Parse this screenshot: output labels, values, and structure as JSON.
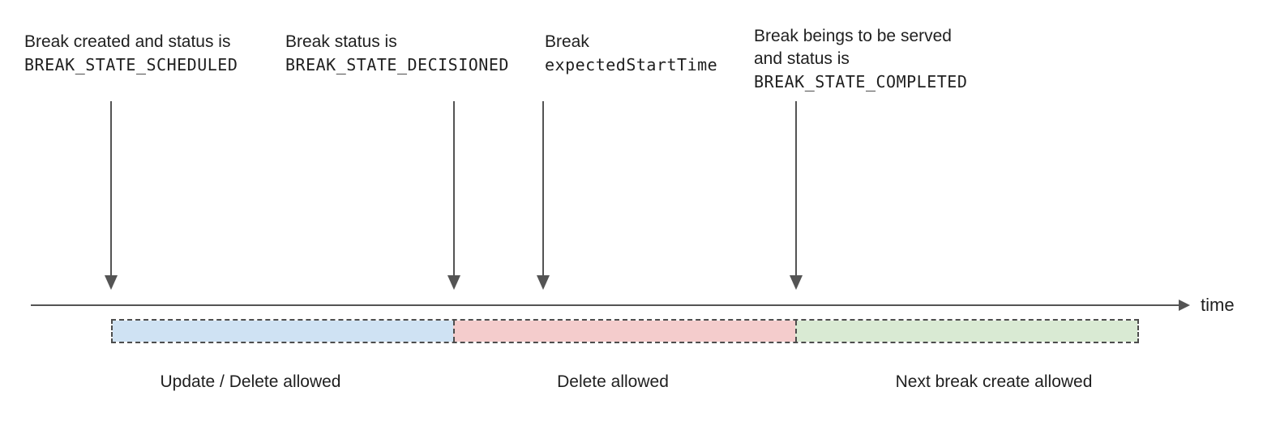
{
  "annotations": [
    {
      "lines": [
        "Break created and status is",
        "BREAK_STATE_SCHEDULED"
      ]
    },
    {
      "lines": [
        "Break status is",
        "BREAK_STATE_DECISIONED"
      ]
    },
    {
      "lines": [
        "Break",
        "expectedStartTime"
      ]
    },
    {
      "lines": [
        "Break beings to be served",
        "and status is",
        "BREAK_STATE_COMPLETED"
      ]
    }
  ],
  "timeline": {
    "axis_label": "time"
  },
  "timeline_bar": {
    "segments": [
      {
        "label": "Update / Delete allowed",
        "fill": "#cfe2f3"
      },
      {
        "label": "Delete allowed",
        "fill": "#f4cccc"
      },
      {
        "label": "Next break create allowed",
        "fill": "#d9ead3"
      }
    ]
  },
  "colors": {
    "arrow": "#545454",
    "text": "#1f1f1f",
    "bar_border": "#4d4d4d",
    "segment_blue": "#cfe2f3",
    "segment_red": "#f4cccc",
    "segment_green": "#d9ead3"
  }
}
